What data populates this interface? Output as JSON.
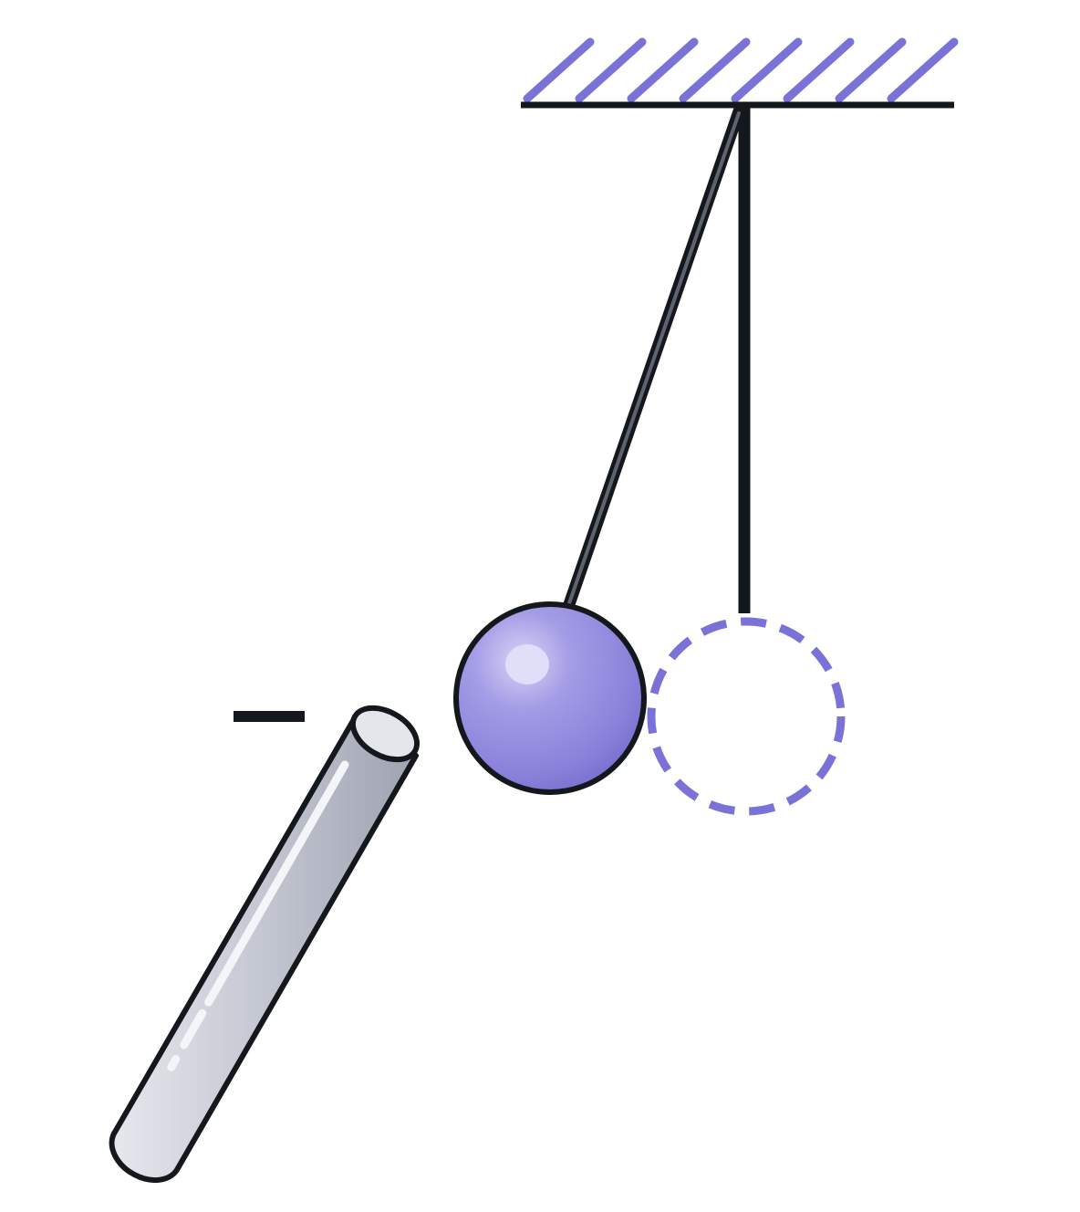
{
  "diagram": {
    "rod_charge": "−",
    "colors": {
      "accent": "#7b72d8",
      "stroke": "#14171c",
      "ball_fill": "#9a93e0",
      "ball_highlight": "#d8d4f6",
      "ball_shade": "#7a70d0",
      "rod_fill": "#c9ccd6",
      "rod_shade": "#9ea3b2",
      "rod_highlight": "#f4f5f8",
      "background": "#ffffff"
    },
    "components": [
      "ceiling-support-hatched",
      "vertical-string-rest",
      "deflected-string",
      "charged-ball",
      "rest-position-dashed-circle",
      "negatively-charged-rod"
    ]
  }
}
